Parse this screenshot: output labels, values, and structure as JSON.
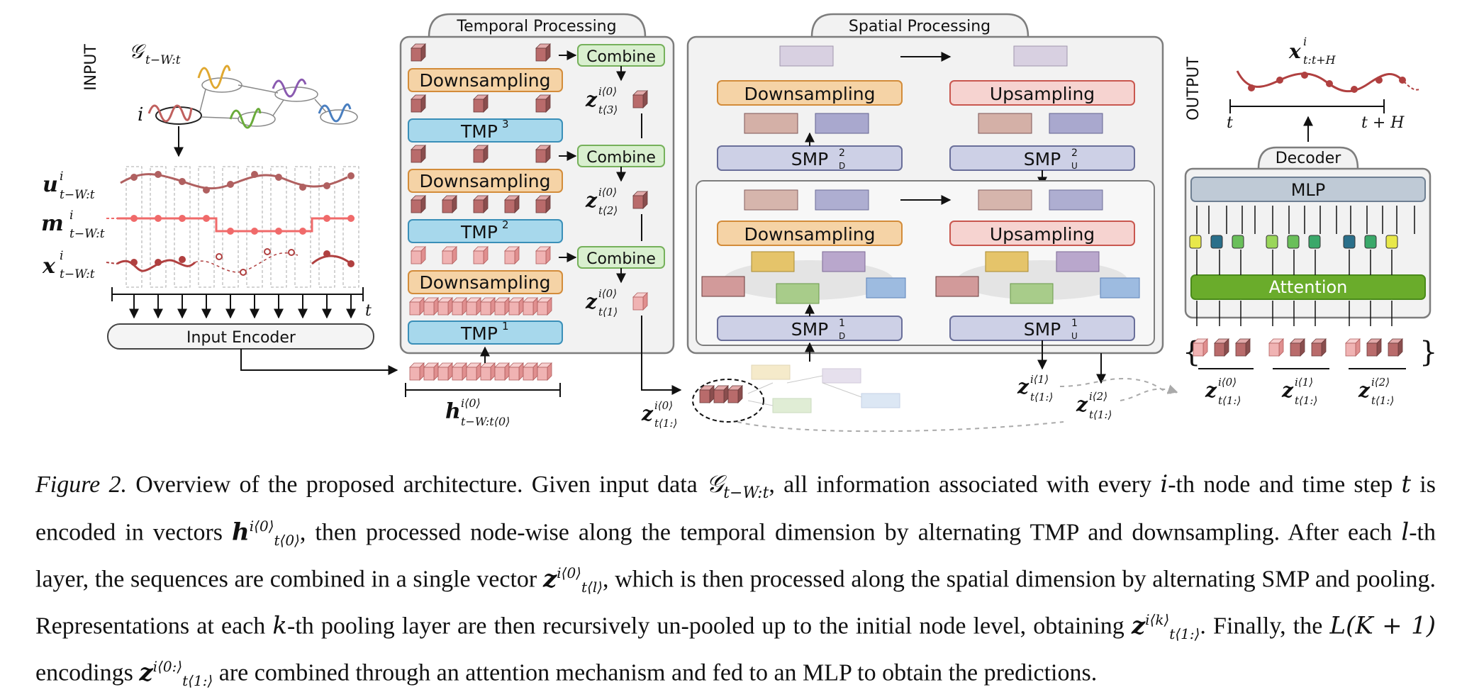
{
  "sections": {
    "input_label": "INPUT",
    "output_label": "OUTPUT",
    "temporal_title": "Temporal Processing",
    "spatial_title": "Spatial Processing",
    "decoder_title": "Decoder"
  },
  "input": {
    "graph_label": "𝒢",
    "graph_sub": "t−W:t",
    "node_label": "i",
    "u_label": "u",
    "m_label": "m",
    "x_label": "x",
    "sup_i": "i",
    "series_sub": "t−W:t",
    "t_label": "t",
    "encoder": "Input Encoder"
  },
  "temporal": {
    "combine": "Combine",
    "downsampling": "Downsampling",
    "tmp": "TMP",
    "tmp_levels": [
      "3",
      "2",
      "1"
    ],
    "z_sup": "i⟨0⟩",
    "z_subs": [
      "t⟨3⟩",
      "t⟨2⟩",
      "t⟨1⟩"
    ],
    "h_label": "h",
    "h_sup": "i⟨0⟩",
    "h_sub": "t−W:t⟨0⟩",
    "z_label": "z",
    "z_in_sub": "t⟨1:⟩"
  },
  "spatial": {
    "downsampling": "Downsampling",
    "upsampling": "Upsampling",
    "smp": "SMP",
    "smp_d": "D",
    "smp_u": "U",
    "levels": [
      "2",
      "1"
    ],
    "z1_sup": "i⟨1⟩",
    "z2_sup": "i⟨2⟩",
    "z_sub": "t⟨1:⟩"
  },
  "output": {
    "x_label": "x",
    "x_sup": "i",
    "x_sub": "t:t+H",
    "t_start": "t",
    "t_end": "t + H",
    "mlp": "MLP",
    "attention": "Attention",
    "z_sups": [
      "i⟨0⟩",
      "i⟨1⟩",
      "i⟨2⟩"
    ],
    "z_sub": "t⟨1:⟩"
  },
  "caption": {
    "fig": "Figure 2.",
    "p1": " Overview of the proposed architecture. Given input data ",
    "g": "𝒢",
    "g_sub": "t−W:t",
    "p2": ", all information associated with every ",
    "i_var": "i",
    "p3": "-th node and time step ",
    "t_var": "t",
    "p4": " is encoded in vectors ",
    "h": "h",
    "h_sup": "i⟨0⟩",
    "h_sub": "t⟨0⟩",
    "p5": ", then processed node-wise along the temporal dimension by alternating TMP and downsampling. After each ",
    "l_var": "l",
    "p6": "-th layer, the sequences are combined in a single vector ",
    "z": "z",
    "z1_sup": "i⟨0⟩",
    "z1_sub": "t⟨l⟩",
    "p7": ", which is then processed along the spatial dimension by alternating SMP and pooling. Representations at each ",
    "k_var": "k",
    "p8": "-th pooling layer are then recursively un-pooled up to the initial node level, obtaining ",
    "z2_sup": "i⟨k⟩",
    "z2_sub": "t⟨1:⟩",
    "p9": ". Finally, the ",
    "lk": "L(K + 1)",
    "p10": " encodings ",
    "z3_sup": "i⟨0:⟩",
    "z3_sub": "t⟨1:⟩",
    "p11": " are combined through an attention mechanism and fed to an MLP to obtain the predictions."
  },
  "colors": {
    "downsampling": "#f5d3a6",
    "downsampling_border": "#d38c3a",
    "tmp": "#a7d8ec",
    "tmp_border": "#3a8fb8",
    "combine": "#d9efcf",
    "combine_border": "#76b15b",
    "upsampling": "#f6d3d0",
    "upsampling_border": "#c9574f",
    "smp": "#cdd0e6",
    "smp_border": "#6a6f9a",
    "mlp": "#bfcad6",
    "mlp_border": "#6e7f92",
    "attention": "#6aac2b",
    "panel_bg": "#f2f2f2",
    "panel_border": "#7d7d7d",
    "cube_red": "#c97a7a",
    "cube_pink": "#eaa2a2"
  }
}
